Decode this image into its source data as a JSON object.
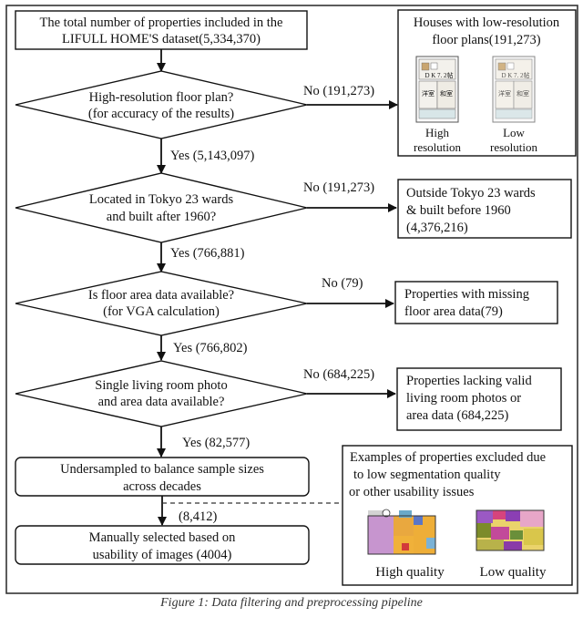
{
  "start": {
    "line1": "The total number of properties included in the",
    "line2": "LIFULL HOME'S dataset(5,334,370)"
  },
  "decisions": [
    {
      "line1": "High-resolution floor plan?",
      "line2": "(for accuracy of the results)",
      "no_label": "No (191,273)",
      "yes_label": "Yes (5,143,097)"
    },
    {
      "line1": "Located in Tokyo 23 wards",
      "line2": "and built after 1960?",
      "no_label": "No (191,273)",
      "yes_label": "Yes (766,881)"
    },
    {
      "line1": "Is floor area data available?",
      "line2": "(for VGA calculation)",
      "no_label": "No (79)",
      "yes_label": "Yes (766,802)"
    },
    {
      "line1": "Single living room photo",
      "line2": "and area data available?",
      "no_label": "No (684,225)",
      "yes_label": "Yes (82,577)"
    }
  ],
  "outcomes": [
    {
      "line1": "Houses with low-resolution",
      "line2": "floor plans(191,273)",
      "line3": ""
    },
    {
      "line1": "Outside Tokyo 23 wards",
      "line2": "& built before 1960",
      "line3": "(4,376,216)"
    },
    {
      "line1": "Properties with missing",
      "line2": "floor area data(79)",
      "line3": ""
    },
    {
      "line1": "Properties lacking valid",
      "line2": "living room photos or",
      "line3": "area data (684,225)"
    }
  ],
  "resolution_labels": {
    "high_1": "High",
    "high_2": "resolution",
    "low_1": "Low",
    "low_2": "resolution"
  },
  "thumb_text": {
    "top": "D K 7. 2帖",
    "left": "洋室",
    "right": "和室"
  },
  "undersample": {
    "line1": "Undersampled to balance sample sizes",
    "line2": "across decades"
  },
  "final_count": "(8,412)",
  "final": {
    "line1": "Manually selected based on",
    "line2": "usability of images (4004)"
  },
  "examples": {
    "line1": "Examples of properties excluded due",
    "line2": "to low segmentation quality",
    "line3": "or other usability issues",
    "high_label": "High quality",
    "low_label": "Low quality"
  },
  "caption": "Figure 1: Data filtering and preprocessing pipeline",
  "colors": {
    "line": "#111111",
    "frame": "#333333"
  }
}
